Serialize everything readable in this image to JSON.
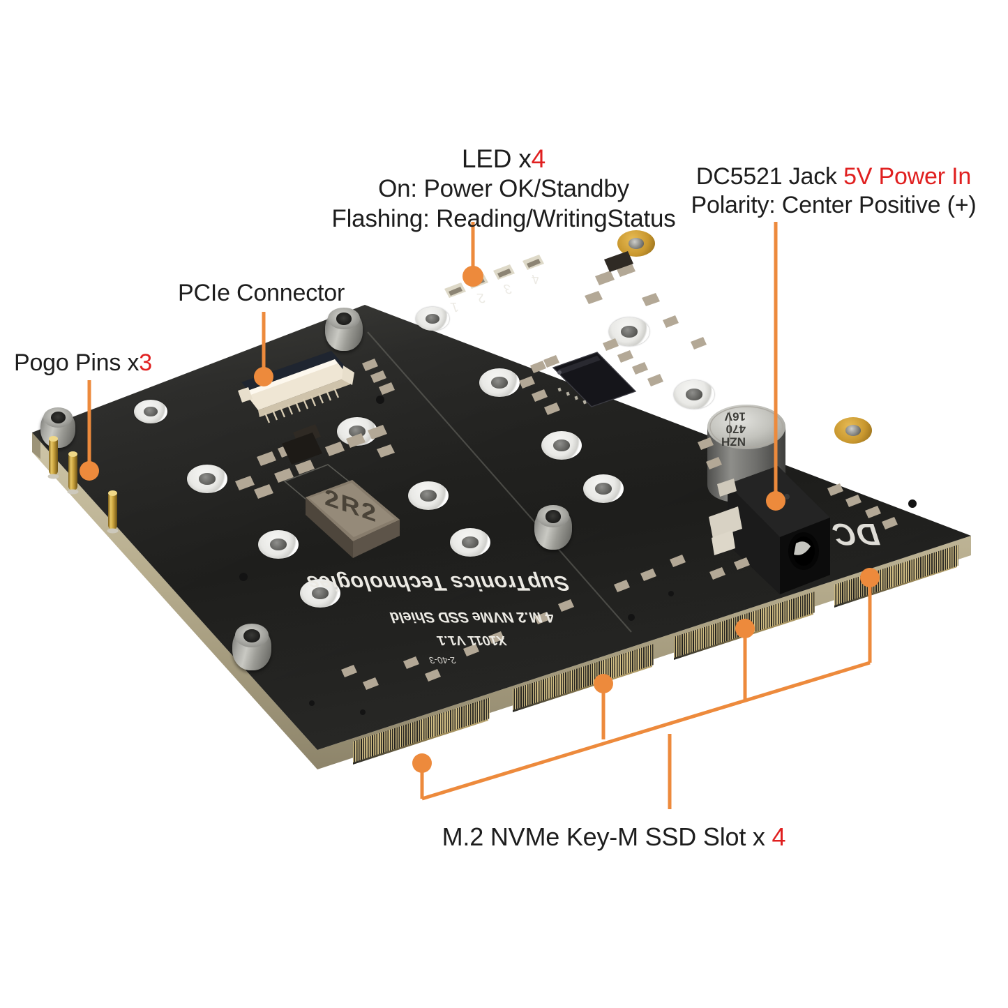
{
  "meta": {
    "product": "SupTronics X1011 4 M.2 NVMe SSD Shield",
    "accent_color": "#ED8A3C",
    "highlight_color": "#E02020",
    "text_color": "#1D1D1D",
    "background_color": "#FFFFFF",
    "pcb_color": "#1E1E1E"
  },
  "annotations": {
    "led": {
      "name": "led-callout",
      "line1_prefix": "LED x",
      "line1_count": "4",
      "line2": "On: Power OK/Standby",
      "line3": "Flashing: Reading/WritingStatus"
    },
    "dc_jack": {
      "name": "dc-jack-callout",
      "line1_prefix": "DC5521 Jack ",
      "line1_highlight": "5V Power In",
      "line2": "Polarity: Center Positive (+)"
    },
    "pcie": {
      "name": "pcie-callout",
      "label": "PCIe Connector"
    },
    "pogo": {
      "name": "pogo-callout",
      "prefix": "Pogo Pins x",
      "count": "3"
    },
    "m2_slots": {
      "name": "m2-slot-callout",
      "prefix": "M.2 NVMe Key-M SSD Slot x ",
      "count": "4"
    }
  },
  "board_silkscreen": {
    "company": "SupTronics Technologies",
    "product_line": "4 M.2 NVMe SSD Shield",
    "model": "X1011 V1.1",
    "date_code": "2-40-3",
    "dc_label": "DC",
    "led_numbers": [
      "1",
      "2",
      "3",
      "4"
    ]
  },
  "components": {
    "inductor_marking": "2R2",
    "capacitor_marking_line1": "16V",
    "capacitor_marking_line2": "470",
    "capacitor_marking_line3": "NZH",
    "pcie_connector_type": "FFC flip-lock",
    "pogo_pin_count": 3,
    "led_count": 4,
    "m2_slot_count": 4
  }
}
